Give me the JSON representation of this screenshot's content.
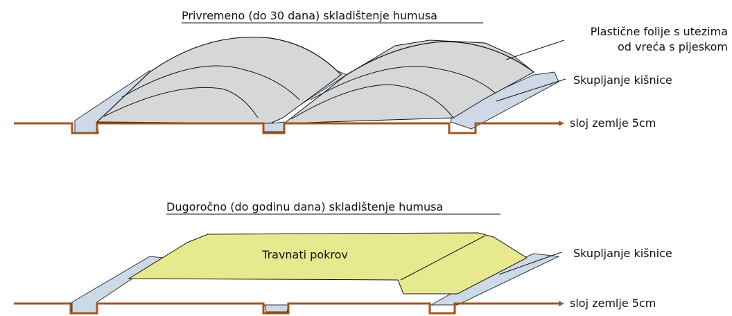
{
  "diagram": {
    "top": {
      "title": "Privremeno (do 30 dana) skladištenje humusa",
      "label_foil_line1": "Plastične folije s utezima",
      "label_foil_line2": "od vreća s pijeskom",
      "label_rain": "Skupljanje kišnice",
      "label_soil": "sloj zemlje 5cm"
    },
    "bottom": {
      "title": "Dugoročno (do godinu dana) skladištenje humusa",
      "label_cover": "Travnati pokrov",
      "label_rain": "Skupljanje kišnice",
      "label_soil": "sloj zemlje 5cm"
    }
  },
  "colors": {
    "soil": "#a0561c",
    "foil_fill": "#d6d7d9",
    "water_fill": "#cdd9e6",
    "grass_fill": "#e7e98e",
    "outline": "#111111"
  }
}
